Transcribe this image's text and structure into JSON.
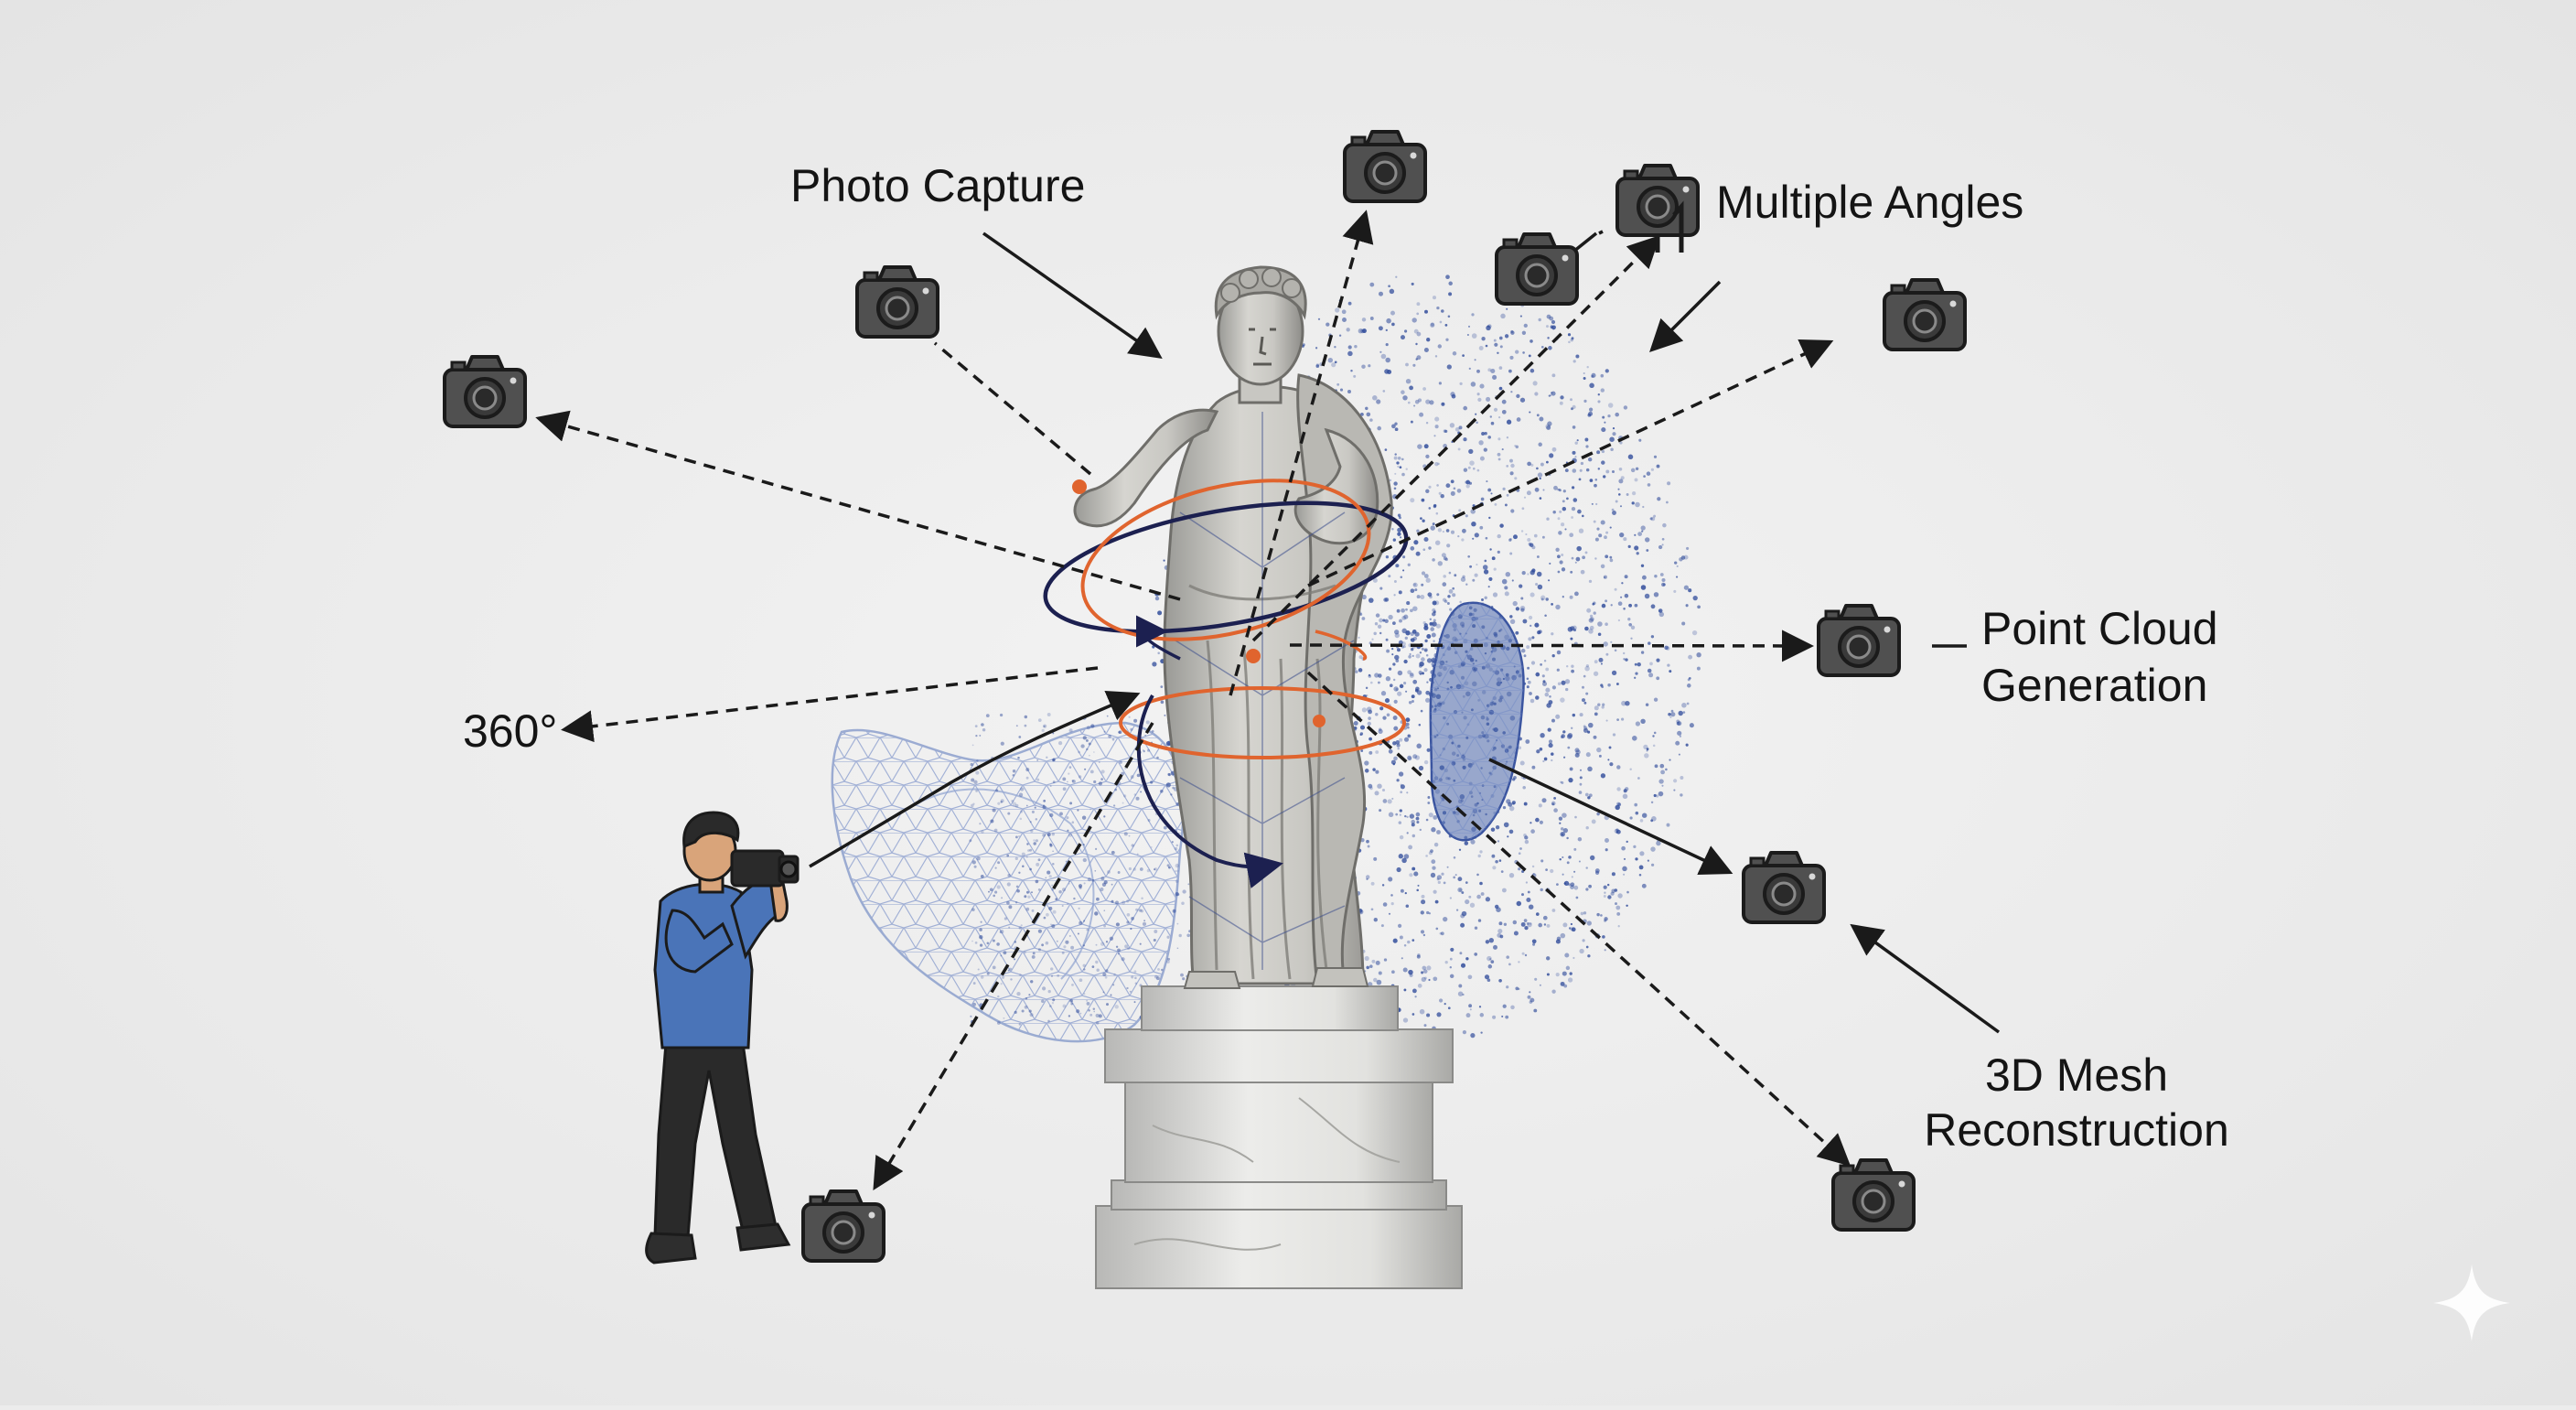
{
  "labels": {
    "photo_capture": "Photo Capture",
    "multiple_angles": "Multiple Angles",
    "point_cloud_line1": "Point Cloud",
    "point_cloud_line2": "Generation",
    "degrees": "360°",
    "mesh_line1": "3D Mesh",
    "mesh_line2": "Reconstruction"
  },
  "icons": {
    "camera": "camera-icon",
    "photographer": "photographer-figure",
    "statue": "statue-figure",
    "pedestal": "pedestal",
    "point_cloud": "point-cloud",
    "wireframe_mesh": "wireframe-mesh",
    "watermark": "sparkle-watermark-icon"
  },
  "colors": {
    "background": "#ececec",
    "text": "#141414",
    "arrow": "#1a1a1a",
    "orbit_orange": "#e0642e",
    "orbit_navy": "#1c2050",
    "point_cloud": "#2e4a9a",
    "shirt": "#4a74b8"
  }
}
